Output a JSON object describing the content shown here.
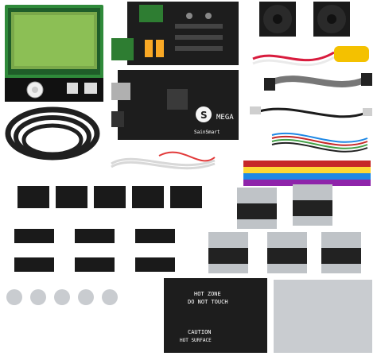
{
  "board": {
    "brand_logo_letter": "S",
    "model": "MEGA",
    "maker": "SainSmart"
  },
  "heatbed": {
    "warning_hot_zone": "HOT ZONE",
    "warning_do_not_touch": "DO NOT TOUCH",
    "caution_title": "CAUTION",
    "caution_text": "HOT SURFACE"
  },
  "colors": {
    "pcb_black": "#1d1d1d",
    "lcd_green": "#7aa84a",
    "lcd_pcb": "#2f8a3a",
    "ribbon_rainbow": [
      "#c62828",
      "#ef6c00",
      "#fdd835",
      "#43a047",
      "#1e88e5",
      "#8e24aa",
      "#795548",
      "#9e9e9e"
    ],
    "aluminum": "#c9ccd0",
    "motor_silver": "#bfc3c7",
    "motor_black": "#222222",
    "belt": "#202020",
    "cable_red": "#d81b3d",
    "cable_white": "#eaeaea",
    "filament_yellow": "#f4c100"
  },
  "icons": [
    "lcd-display-icon",
    "ramps-board-icon",
    "fan-icon",
    "mega-board-icon",
    "gt2-belt-icon",
    "stepper-driver-icon",
    "endstop-icon",
    "nema17-motor-icon",
    "pulley-icon",
    "heatbed-icon",
    "glass-plate-icon",
    "jumper-wire-icon",
    "usb-cable-icon",
    "ribbon-cable-icon"
  ]
}
